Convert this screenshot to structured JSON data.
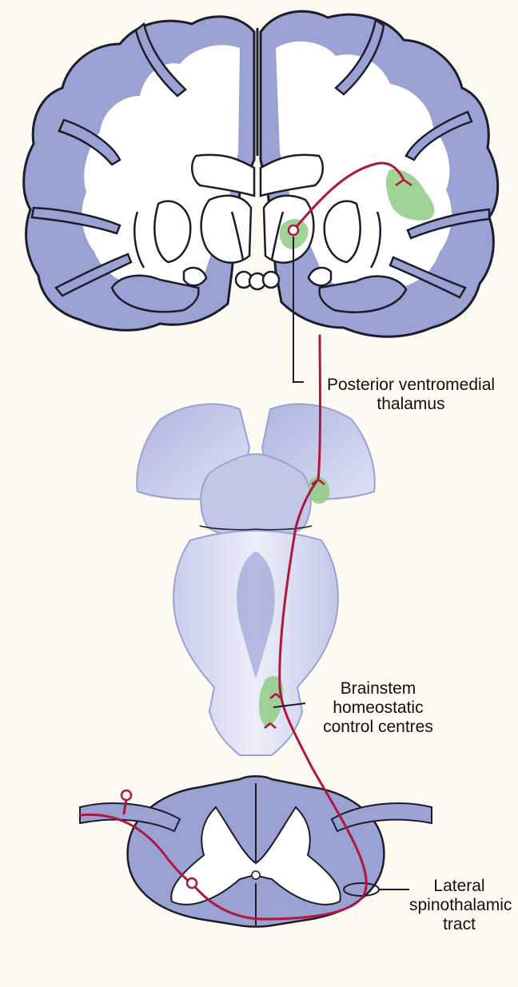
{
  "labels": {
    "thalamus": "Posterior ventromedial\nthalamus",
    "brainstem": "Brainstem\nhomeostatic\ncontrol centres",
    "tract": "Lateral\nspinothalamic\ntract"
  },
  "colors": {
    "background": "#fdfaf2",
    "grey_matter": "#9aa2d4",
    "white_matter": "#ffffff",
    "outline": "#1c1c2a",
    "pathway": "#b0173f",
    "target_zone": "#8fcd84"
  }
}
